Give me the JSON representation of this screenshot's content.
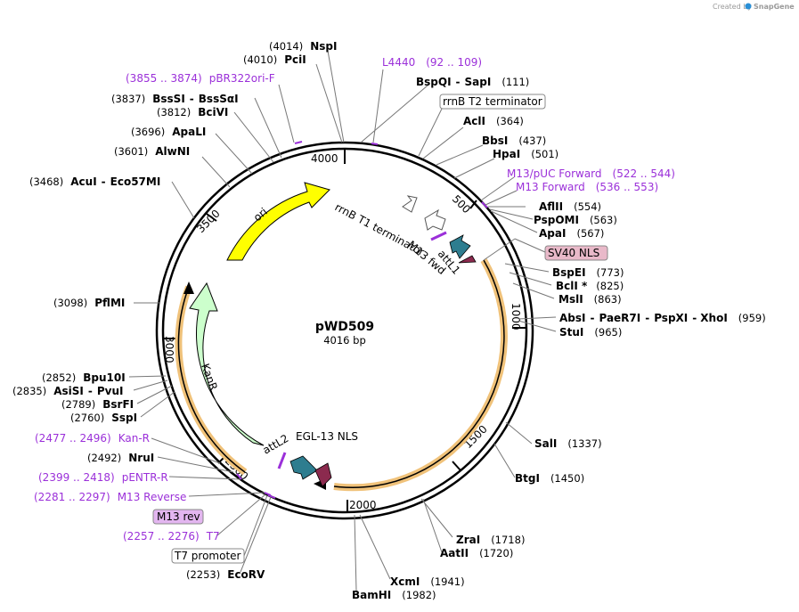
{
  "credit": {
    "text": "Created by",
    "brand": "SnapGene"
  },
  "plasmid": {
    "name": "pWD509",
    "size_label": "4016 bp"
  },
  "ticks": [
    "500",
    "1000",
    "1500",
    "2000",
    "2500",
    "3000",
    "3500",
    "4000"
  ],
  "feature_labels": {
    "ori": "ori",
    "kanr": "KanR",
    "rrnb_t1": "rrnB T1 terminator",
    "m13_fwd": "M13 fwd",
    "attl1": "attL1",
    "egl13": "EGL-13 NLS",
    "attl2": "attL2"
  },
  "boxed_labels": {
    "rrnb_t2": "rrnB T2 terminator",
    "sv40": "SV40 NLS",
    "m13_rev": "M13 rev",
    "t7_promoter": "T7 promoter"
  },
  "primers": [
    {
      "id": "l4440",
      "name": "L4440",
      "range": "(92 .. 109)"
    },
    {
      "id": "pbr322",
      "name": "pBR322ori-F",
      "range": "(3855 .. 3874)"
    },
    {
      "id": "m13puc",
      "name": "M13/pUC Forward",
      "range": "(522 .. 544)"
    },
    {
      "id": "m13fwd",
      "name": "M13 Forward",
      "range": "(536 .. 553)"
    },
    {
      "id": "kanr",
      "name": "Kan-R",
      "range": "(2477 .. 2496)"
    },
    {
      "id": "pentr",
      "name": "pENTR-R",
      "range": "(2399 .. 2418)"
    },
    {
      "id": "m13rev",
      "name": "M13 Reverse",
      "range": "(2281 .. 2297)"
    },
    {
      "id": "t7",
      "name": "T7",
      "range": "(2257 .. 2276)"
    }
  ],
  "sites": {
    "nspi": {
      "name": "NspI",
      "pos": "(4014)"
    },
    "pcii": {
      "name": "PciI",
      "pos": "(4010)"
    },
    "bspqi": {
      "name": "BspQI",
      "sep": "-",
      "name2": "SapI",
      "pos": "(111)"
    },
    "bsssi": {
      "name": "BssSI",
      "sep": "-",
      "name2": "BssSαI",
      "pos": "(3837)"
    },
    "bcivi": {
      "name": "BciVI",
      "pos": "(3812)"
    },
    "acli": {
      "name": "AclI",
      "pos": "(364)"
    },
    "apali": {
      "name": "ApaLI",
      "pos": "(3696)"
    },
    "bbsi": {
      "name": "BbsI",
      "pos": "(437)"
    },
    "alwni": {
      "name": "AlwNI",
      "pos": "(3601)"
    },
    "hpai": {
      "name": "HpaI",
      "pos": "(501)"
    },
    "acui": {
      "name": "AcuI",
      "sep": "-",
      "name2": "Eco57MI",
      "pos": "(3468)"
    },
    "aflii": {
      "name": "AflII",
      "pos": "(554)"
    },
    "pspomi": {
      "name": "PspOMI",
      "pos": "(563)"
    },
    "apai": {
      "name": "ApaI",
      "pos": "(567)"
    },
    "bspei": {
      "name": "BspEI",
      "pos": "(773)"
    },
    "bcli": {
      "name": "BclI *",
      "pos": "(825)"
    },
    "msli": {
      "name": "MslI",
      "pos": "(863)"
    },
    "pflmi": {
      "name": "PflMI",
      "pos": "(3098)"
    },
    "absi": {
      "name": "AbsI",
      "sep": "-",
      "name2": "PaeR7I",
      "sep2": "-",
      "name3": "PspXI",
      "sep3": "-",
      "name4": "XhoI",
      "pos": "(959)"
    },
    "stui": {
      "name": "StuI",
      "pos": "(965)"
    },
    "bpu10i": {
      "name": "Bpu10I",
      "pos": "(2852)"
    },
    "asisi": {
      "name": "AsiSI",
      "sep": "-",
      "name2": "PvuI",
      "pos": "(2835)"
    },
    "bsrfi": {
      "name": "BsrFI",
      "pos": "(2789)"
    },
    "sspi": {
      "name": "SspI",
      "pos": "(2760)"
    },
    "sali": {
      "name": "SalI",
      "pos": "(1337)"
    },
    "nrui": {
      "name": "NruI",
      "pos": "(2492)"
    },
    "btgi": {
      "name": "BtgI",
      "pos": "(1450)"
    },
    "zrai": {
      "name": "ZraI",
      "pos": "(1718)"
    },
    "aatii": {
      "name": "AatII",
      "pos": "(1720)"
    },
    "xcmi": {
      "name": "XcmI",
      "pos": "(1941)"
    },
    "bamhi": {
      "name": "BamHI",
      "pos": "(1982)"
    },
    "ecorv": {
      "name": "EcoRV",
      "pos": "(2253)"
    }
  },
  "colors": {
    "ori": "#ffff00",
    "kanr": "#ccffcc",
    "orange_band": "#f0c27a",
    "attl": "#2e7d8f",
    "nls": "#8b2a4e",
    "primer": "#9b30d9"
  }
}
